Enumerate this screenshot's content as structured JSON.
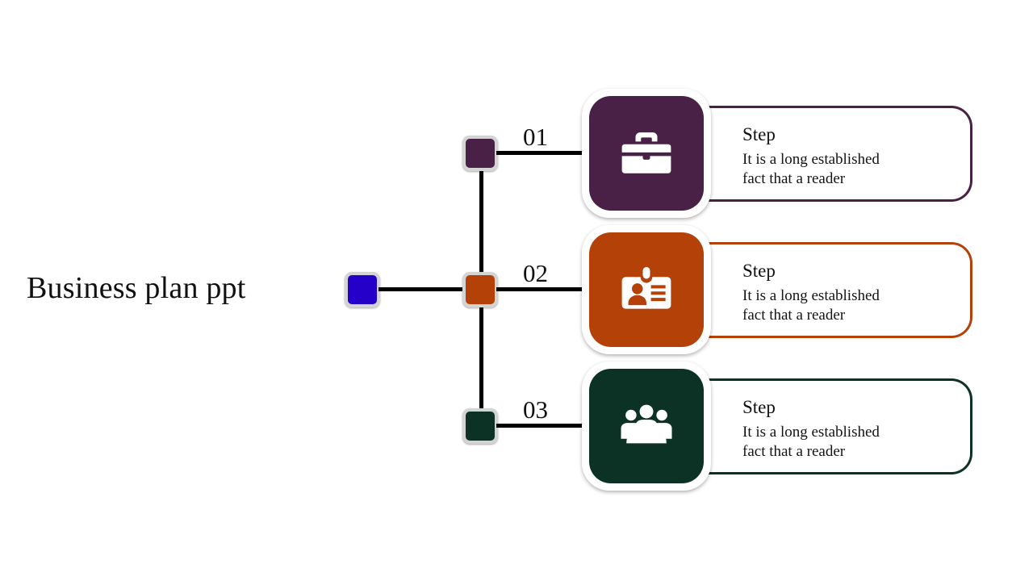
{
  "slide": {
    "title": "Business plan ppt",
    "background_color": "#ffffff",
    "hub_color": "#2400C8",
    "connector_color": "#000000",
    "node_ring_color": "#d4d4d4"
  },
  "steps": [
    {
      "number": "01",
      "title": "Step",
      "body": "It is a long established\nfact that a reader",
      "color": "#4A2146",
      "icon": "briefcase-icon"
    },
    {
      "number": "02",
      "title": "Step",
      "body": "It is a long established\nfact that a reader",
      "color": "#B44208",
      "icon": "id-badge-icon"
    },
    {
      "number": "03",
      "title": "Step",
      "body": "It is a long established\nfact that a reader",
      "color": "#0C3226",
      "icon": "people-group-icon"
    }
  ]
}
